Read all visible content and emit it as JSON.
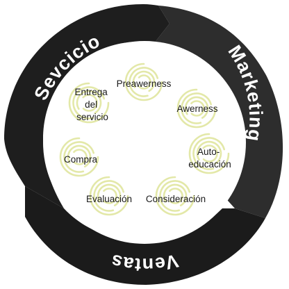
{
  "ring": {
    "segments": [
      {
        "id": "servicio",
        "label": "Sevcicio",
        "color": "#1e1e1e"
      },
      {
        "id": "marketing",
        "label": "Marketing",
        "color": "#2d2d2d"
      },
      {
        "id": "ventas",
        "label": "Ventas",
        "color": "#1b1b1b"
      }
    ],
    "text_color": "#ffffff"
  },
  "stages": [
    {
      "id": "preawerness",
      "label": "Preawerness"
    },
    {
      "id": "awerness",
      "label": "Awerness"
    },
    {
      "id": "autoeducacion",
      "lines": [
        "Auto-",
        "educación"
      ]
    },
    {
      "id": "consideracion",
      "label": "Consideración"
    },
    {
      "id": "evaluacion",
      "label": "Evaluación"
    },
    {
      "id": "compra",
      "label": "Compra"
    },
    {
      "id": "entrega",
      "lines": [
        "Entrega",
        "del",
        "servicio"
      ]
    }
  ],
  "colors": {
    "spiral": "#e3e8a8",
    "stage_text": "#1a1a1a",
    "center": "#ffffff"
  }
}
